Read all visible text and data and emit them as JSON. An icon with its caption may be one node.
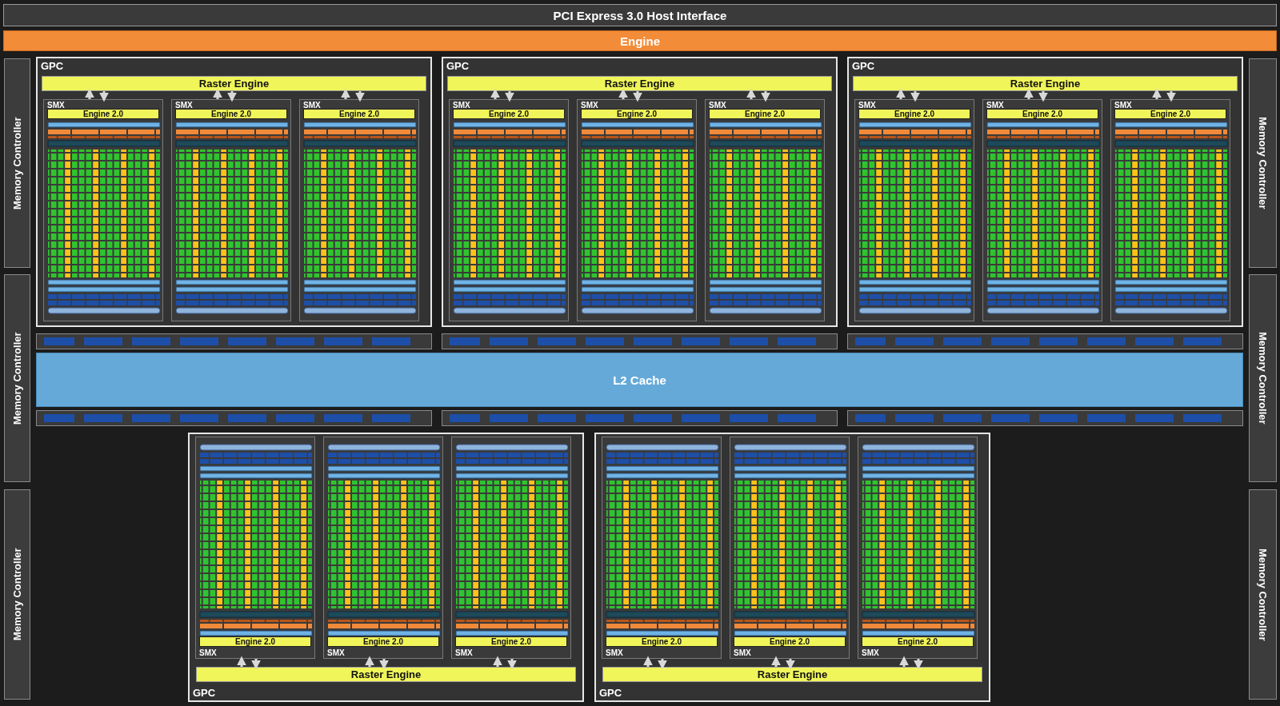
{
  "diagram": {
    "nodes": [
      {
        "text": [
          "PCI Express 3.0 Host Interface"
        ]
      },
      {
        "text": [
          "Engine"
        ]
      },
      {
        "text": [
          "Memory Controller"
        ]
      },
      {
        "text": [
          "Memory Controller"
        ]
      },
      {
        "text": [
          "Memory Controller"
        ]
      },
      {
        "text": [
          "Memory Controller"
        ]
      },
      {
        "text": [
          "Memory Controller"
        ]
      },
      {
        "text": [
          "Memory Controller"
        ]
      },
      {
        "text": [
          "GPC"
        ]
      },
      {
        "text": [
          "Raster Engine"
        ],
        "in": 8
      },
      {
        "text": [
          "SMX"
        ],
        "in": 8
      },
      {
        "text": [
          "Engine 2.0"
        ],
        "in": 10
      },
      {
        "text": [
          "SMX"
        ],
        "in": 8
      },
      {
        "text": [
          "Engine 2.0"
        ],
        "in": 12
      },
      {
        "text": [
          "SMX"
        ],
        "in": 8
      },
      {
        "text": [
          "Engine 2.0"
        ],
        "in": 14
      },
      {
        "text": [
          "GPC"
        ]
      },
      {
        "text": [
          "Raster Engine"
        ],
        "in": 16
      },
      {
        "text": [
          "SMX"
        ],
        "in": 16
      },
      {
        "text": [
          "Engine 2.0"
        ],
        "in": 18
      },
      {
        "text": [
          "SMX"
        ],
        "in": 16
      },
      {
        "text": [
          "Engine 2.0"
        ],
        "in": 20
      },
      {
        "text": [
          "SMX"
        ],
        "in": 16
      },
      {
        "text": [
          "Engine 2.0"
        ],
        "in": 22
      },
      {
        "text": [
          "GPC"
        ]
      },
      {
        "text": [
          "Raster Engine"
        ],
        "in": 24
      },
      {
        "text": [
          "SMX"
        ],
        "in": 24
      },
      {
        "text": [
          "Engine 2.0"
        ],
        "in": 26
      },
      {
        "text": [
          "SMX"
        ],
        "in": 24
      },
      {
        "text": [
          "Engine 2.0"
        ],
        "in": 28
      },
      {
        "text": [
          "SMX"
        ],
        "in": 24
      },
      {
        "text": [
          "Engine 2.0"
        ],
        "in": 30
      },
      {
        "text": [
          "L2 Cache"
        ]
      },
      {
        "text": [
          "GPC"
        ]
      },
      {
        "text": [
          "SMX"
        ],
        "in": 33
      },
      {
        "text": [
          "Engine 2.0"
        ],
        "in": 34
      },
      {
        "text": [
          "SMX"
        ],
        "in": 33
      },
      {
        "text": [
          "Engine 2.0"
        ],
        "in": 36
      },
      {
        "text": [
          "SMX"
        ],
        "in": 33
      },
      {
        "text": [
          "Engine 2.0"
        ],
        "in": 38
      },
      {
        "text": [
          "Raster Engine"
        ],
        "in": 33
      },
      {
        "text": [
          "GPC"
        ]
      },
      {
        "text": [
          "SMX"
        ],
        "in": 41
      },
      {
        "text": [
          "Engine 2.0"
        ],
        "in": 42
      },
      {
        "text": [
          "SMX"
        ],
        "in": 41
      },
      {
        "text": [
          "Engine 2.0"
        ],
        "in": 44
      },
      {
        "text": [
          "SMX"
        ],
        "in": 41
      },
      {
        "text": [
          "Engine 2.0"
        ],
        "in": 46
      },
      {
        "text": [
          "Raster Engine"
        ],
        "in": 41
      }
    ],
    "edges": [
      {
        "from": 10,
        "to": 9,
        "arrow": "to"
      },
      {
        "from": 9,
        "to": 10,
        "arrow": "to"
      },
      {
        "from": 12,
        "to": 9,
        "arrow": "to"
      },
      {
        "from": 9,
        "to": 12,
        "arrow": "to"
      },
      {
        "from": 14,
        "to": 9,
        "arrow": "to"
      },
      {
        "from": 9,
        "to": 14,
        "arrow": "to"
      },
      {
        "from": 18,
        "to": 17,
        "arrow": "to"
      },
      {
        "from": 17,
        "to": 18,
        "arrow": "to"
      },
      {
        "from": 20,
        "to": 17,
        "arrow": "to"
      },
      {
        "from": 17,
        "to": 20,
        "arrow": "to"
      },
      {
        "from": 22,
        "to": 17,
        "arrow": "to"
      },
      {
        "from": 17,
        "to": 22,
        "arrow": "to"
      },
      {
        "from": 26,
        "to": 25,
        "arrow": "to"
      },
      {
        "from": 25,
        "to": 26,
        "arrow": "to"
      },
      {
        "from": 28,
        "to": 25,
        "arrow": "to"
      },
      {
        "from": 25,
        "to": 28,
        "arrow": "to"
      },
      {
        "from": 30,
        "to": 25,
        "arrow": "to"
      },
      {
        "from": 25,
        "to": 30,
        "arrow": "to"
      },
      {
        "from": 40,
        "to": 34,
        "arrow": "to"
      },
      {
        "from": 34,
        "to": 40,
        "arrow": "to"
      },
      {
        "from": 40,
        "to": 36,
        "arrow": "to"
      },
      {
        "from": 36,
        "to": 40,
        "arrow": "to"
      },
      {
        "from": 40,
        "to": 38,
        "arrow": "to"
      },
      {
        "from": 38,
        "to": 40,
        "arrow": "to"
      },
      {
        "from": 48,
        "to": 42,
        "arrow": "to"
      },
      {
        "from": 42,
        "to": 48,
        "arrow": "to"
      },
      {
        "from": 48,
        "to": 44,
        "arrow": "to"
      },
      {
        "from": 44,
        "to": 48,
        "arrow": "to"
      },
      {
        "from": 48,
        "to": 46,
        "arrow": "to"
      },
      {
        "from": 46,
        "to": 48,
        "arrow": "to"
      }
    ]
  }
}
